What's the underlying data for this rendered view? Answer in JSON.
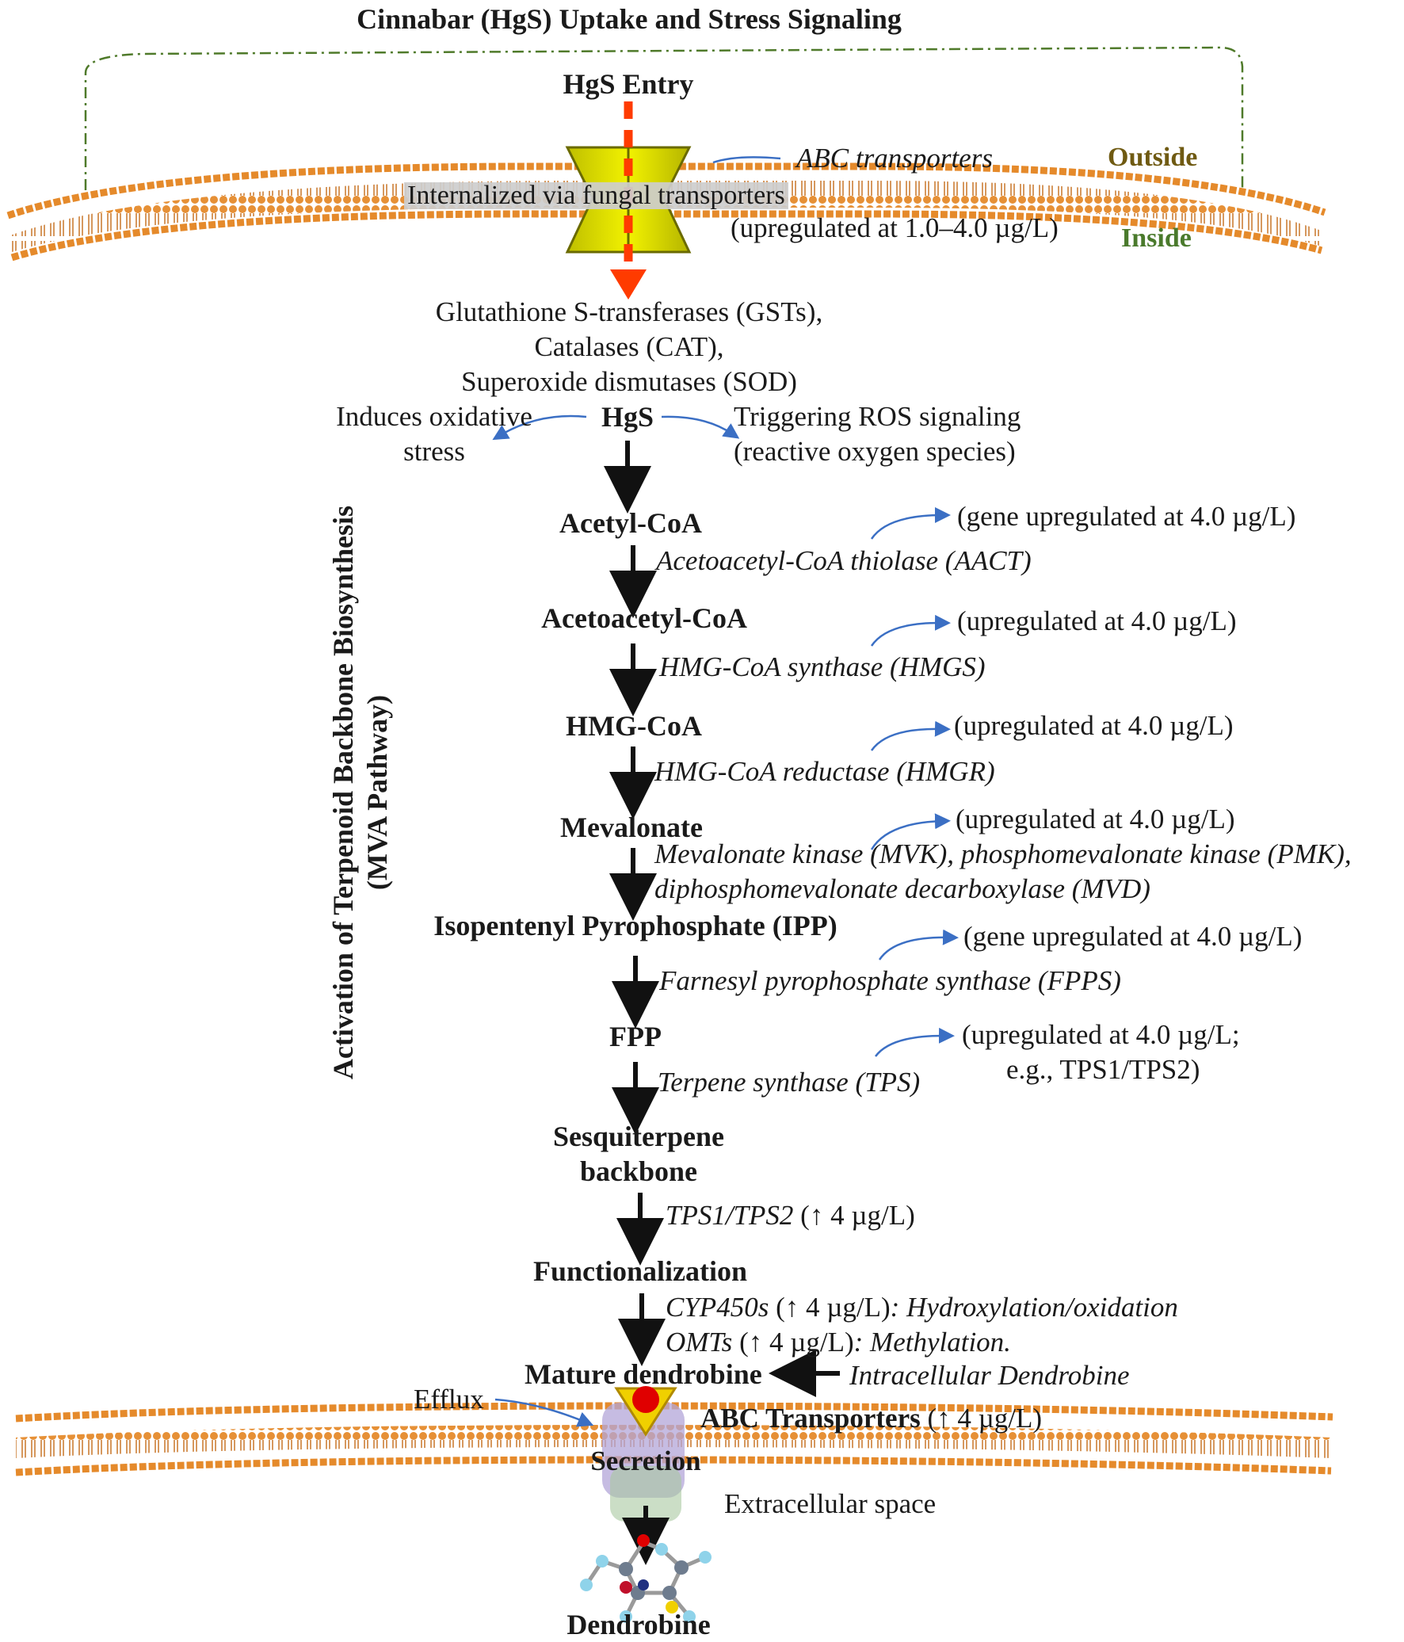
{
  "title": "Cinnabar (HgS) Uptake and Stress Signaling",
  "hgs_entry": "HgS Entry",
  "abc_transporters_top": "ABC transporters",
  "outside": "Outside",
  "inside": "Inside",
  "internalized": "Internalized via fungal transporters",
  "upregulated_range": "(upregulated at 1.0–4.0 µg/L)",
  "enzymes_stress": [
    "Glutathione S-transferases (GSTs),",
    "Catalases (CAT),",
    "Superoxide dismutases (SOD)"
  ],
  "hgs": "HgS",
  "oxidative_stress": [
    "Induces oxidative",
    "stress"
  ],
  "ros": [
    "Triggering ROS signaling",
    "(reactive oxygen species)"
  ],
  "side_title": [
    "Activation of Terpenoid Backbone Biosynthesis",
    "(MVA Pathway)"
  ],
  "pathway": {
    "acetyl_coa": "Acetyl-CoA",
    "aact": "Acetoacetyl-CoA thiolase (AACT)",
    "aact_note": "(gene upregulated at 4.0 µg/L)",
    "acetoacetyl_coa": "Acetoacetyl-CoA",
    "hmgs": "HMG-CoA synthase (HMGS)",
    "hmgs_note": "(upregulated at 4.0 µg/L)",
    "hmg_coa": "HMG-CoA",
    "hmgr": "HMG-CoA reductase (HMGR)",
    "hmgr_note": "(upregulated at 4.0 µg/L)",
    "mevalonate": "Mevalonate",
    "mvk_note": "(upregulated at 4.0 µg/L)",
    "mvk": [
      "Mevalonate kinase (MVK), phosphomevalonate kinase (PMK),",
      "diphosphomevalonate decarboxylase (MVD)"
    ],
    "ipp": "Isopentenyl Pyrophosphate (IPP)",
    "fpps_note": "(gene upregulated at 4.0 µg/L)",
    "fpps": "Farnesyl pyrophosphate synthase (FPPS)",
    "fpp": "FPP",
    "tps_note": [
      "(upregulated at 4.0 µg/L;",
      "e.g., TPS1/TPS2)"
    ],
    "tps": "Terpene synthase (TPS)",
    "sesquiterpene": [
      "Sesquiterpene",
      "backbone"
    ],
    "tps12_name": "TPS1/TPS2",
    "tps12_rest": " (↑ 4 µg/L)",
    "functionalization": "Functionalization",
    "cyp_name": "CYP450s",
    "cyp_mid": " (↑ 4 µg/L)",
    "cyp_rest": ": Hydroxylation/oxidation",
    "omt_name": "OMTs",
    "omt_mid": " (↑ 4 µg/L)",
    "omt_rest": ": Methylation.",
    "mature": "Mature dendrobine",
    "intracellular": "Intracellular Dendrobine"
  },
  "efflux": "Efflux",
  "abc_bottom": "ABC Transporters",
  "abc_bottom_rest": " (↑ 4 µg/L)",
  "secretion": "Secretion",
  "extracellular": "Extracellular space",
  "dendrobine": "Dendrobine"
}
